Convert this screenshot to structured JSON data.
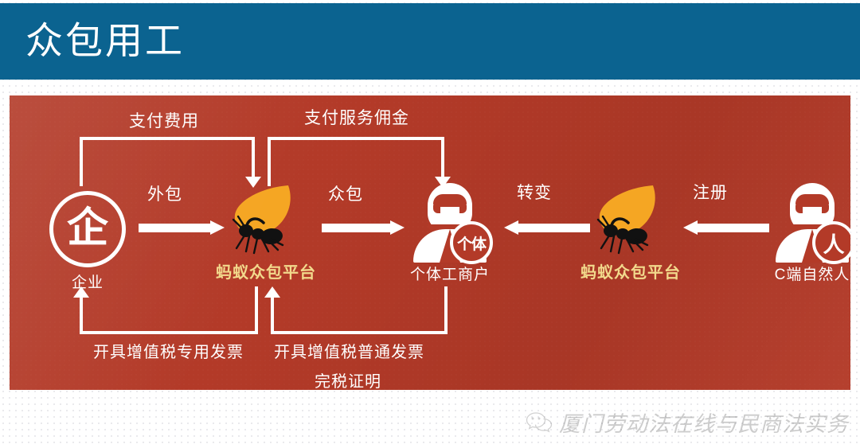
{
  "header": {
    "title": "众包用工",
    "bg_color": "#0b6390",
    "text_color": "#ffffff"
  },
  "panel": {
    "bg_color": "#b33a28",
    "leaf_color": "#f5a623",
    "gold_text_color": "#f2d98c"
  },
  "nodes": {
    "enterprise": {
      "icon_glyph": "企",
      "label": "企业",
      "icon_name": "enterprise-circle-icon"
    },
    "platform_left": {
      "label": "蚂蚁众包平台",
      "icon_name": "ant-leaf-logo-icon"
    },
    "individual": {
      "label": "个体工商户",
      "badge": "个体",
      "icon_name": "person-individual-icon"
    },
    "platform_right": {
      "label": "蚂蚁众包平台",
      "icon_name": "ant-leaf-logo-icon"
    },
    "consumer": {
      "label": "C端自然人",
      "badge": "人",
      "icon_name": "person-consumer-icon"
    }
  },
  "arrows": {
    "outsource": "外包",
    "crowdsource": "众包",
    "transform": "转变",
    "register": "注册"
  },
  "flows": {
    "pay_fee": "支付费用",
    "pay_commission": "支付服务佣金",
    "special_invoice": "开具增值税专用发票",
    "general_invoice": "开具增值税普通发票",
    "tax_certificate": "完税证明"
  },
  "footer": {
    "wechat_icon": "wechat-icon",
    "account_name": "厦门劳动法在线与民商法实务"
  }
}
